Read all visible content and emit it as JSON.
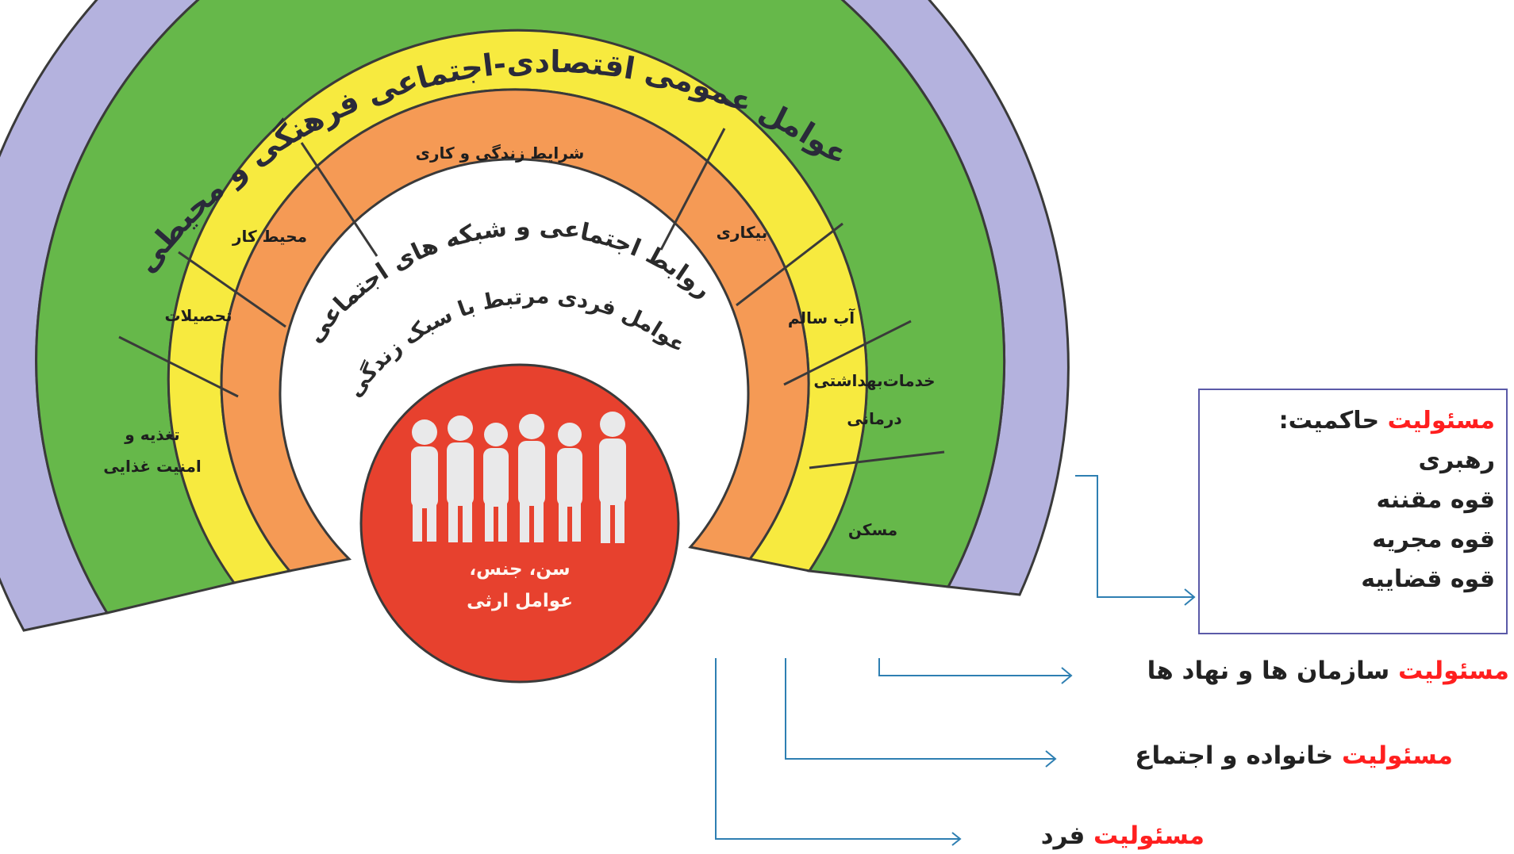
{
  "colors": {
    "environment": "#b4b2de",
    "living_conditions": "#66b84a",
    "social_networks": "#f7ea3f",
    "lifestyle": "#f59a55",
    "core": "#e7412e",
    "outline": "#3a3a3a",
    "connector": "#2e7fb2",
    "highlight": "#ff1f1f"
  },
  "layers": {
    "outer_title": "عوامل عمومی اقتصادی-اجتماعی فرهنگی و محیطی",
    "social_title": "روابط اجتماعی و شبکه های اجتماعی",
    "lifestyle_title": "عوامل فردی مرتبط با سبک زندگی",
    "core_line1": "سن، جنس،",
    "core_line2": "عوامل ارثی"
  },
  "segments": [
    {
      "label": "تغذیه و"
    },
    {
      "label": "امنیت غذایی"
    },
    {
      "label": "تحصیلات"
    },
    {
      "label": "محیط کار"
    },
    {
      "label": "شرایط زندگی و کاری"
    },
    {
      "label": "بیکاری"
    },
    {
      "label": "آب سالم"
    },
    {
      "label": "خدمات‌بهداشتی"
    },
    {
      "label": "درمانی"
    },
    {
      "label": "مسکن"
    }
  ],
  "responsibilities": {
    "word": "مسئولیت",
    "governance": {
      "title_rest": "حاکمیت:",
      "items": [
        "رهبری",
        "قوه مقننه",
        "قوه مجریه",
        "قوه قضاییه"
      ]
    },
    "organizations": "سازمان ها و نهاد ها",
    "family": "خانواده و اجتماع",
    "individual": "فرد"
  },
  "icons": [
    "people-silhouettes-icon"
  ]
}
